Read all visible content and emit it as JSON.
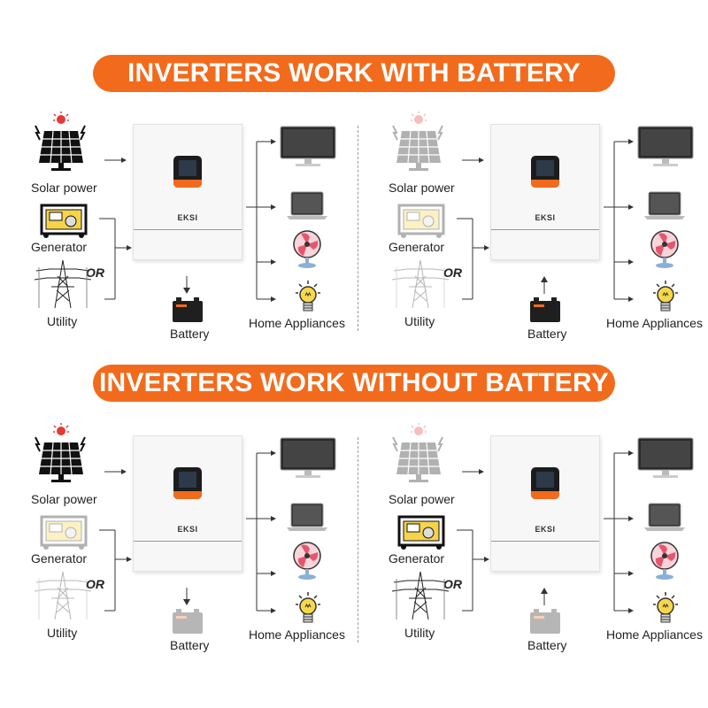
{
  "sections": [
    {
      "title": "INVERTERS WORK WITH BATTERY"
    },
    {
      "title": "INVERTERS WORK WITHOUT BATTERY"
    }
  ],
  "labels": {
    "solar": "Solar power",
    "generator": "Generator",
    "utility": "Utility",
    "or": "OR",
    "battery": "Battery",
    "home": "Home Appliances",
    "brand": "EKSI"
  },
  "colors": {
    "accent": "#f26b1d",
    "banner_text": "#ffffff"
  }
}
